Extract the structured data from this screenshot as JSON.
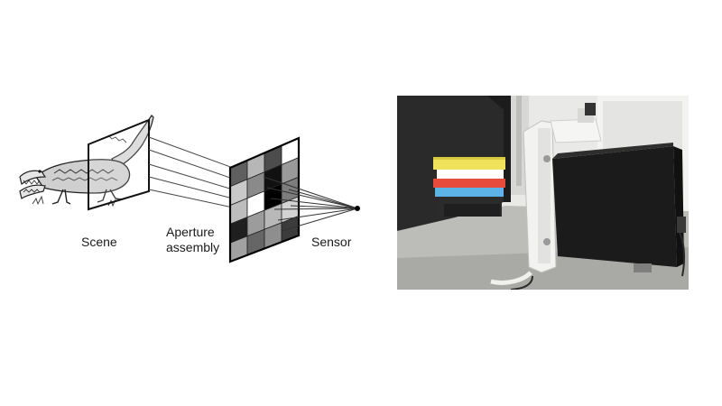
{
  "labels": {
    "scene": "Scene",
    "aperture": "Aperture assembly",
    "sensor": "Sensor"
  },
  "aperture_grid": {
    "rows": 5,
    "cols": 4,
    "cells": [
      [
        "#5f5f5f",
        "#b7b7b7",
        "#4c4c4c",
        "#ffffff"
      ],
      [
        "#c9c9c9",
        "#8a8a8a",
        "#111111",
        "#9a9a9a"
      ],
      [
        "#bdbdbd",
        "#ffffff",
        "#000000",
        "#7d7d7d"
      ],
      [
        "#1f1f1f",
        "#9c9c9c",
        "#b8b8b8",
        "#d3d3d3"
      ],
      [
        "#a1a1a1",
        "#666666",
        "#8e8e8e",
        "#3b3b3b"
      ]
    ]
  },
  "scene_icon": "crocodile-illustration",
  "photo_subject": "prototype-camera-photo"
}
